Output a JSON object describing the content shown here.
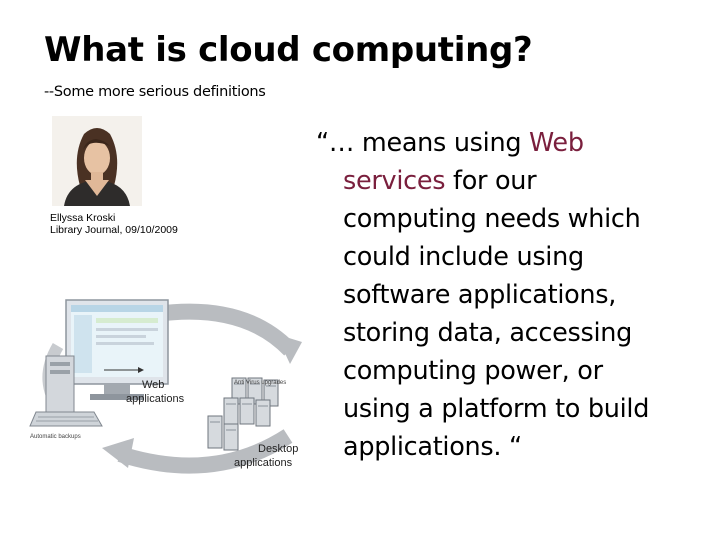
{
  "slide": {
    "title": "What is cloud computing?",
    "subtitle": "--Some more serious definitions"
  },
  "author": {
    "name": "Ellyssa Kroski",
    "source": "Library Journal, 09/10/2009"
  },
  "quote": {
    "l1_prefix": "“… means using ",
    "l1_highlight": "Web",
    "l2_highlight": "services",
    "l2_suffix": " for our",
    "l3": "computing needs which",
    "l4": "could include using",
    "l5": "software applications,",
    "l6": "storing data, accessing",
    "l7": "computing power, or",
    "l8": "using a platform to build",
    "l9": "applications. “",
    "highlight_color": "#7a1f3d"
  },
  "diagram": {
    "web_label_1": "Web",
    "web_label_2": "applications",
    "desktop_label_1": "Desktop",
    "desktop_label_2": "applications",
    "small_label_1": "Anti Virus upgrades",
    "small_label_2": "Automatic backups"
  }
}
